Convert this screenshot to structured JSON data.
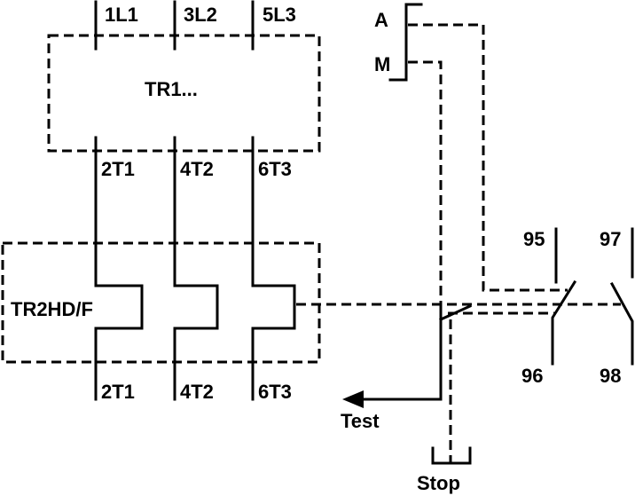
{
  "terminals": {
    "line_top": [
      "1L1",
      "3L2",
      "5L3"
    ],
    "contactor_out": [
      "2T1",
      "4T2",
      "6T3"
    ],
    "relay_out": [
      "2T1",
      "4T2",
      "6T3"
    ]
  },
  "contactor": {
    "label": "TR1..."
  },
  "relay": {
    "label": "TR2HD/F"
  },
  "selector": {
    "auto": "A",
    "manual": "M"
  },
  "contacts": {
    "nc_top": "95",
    "nc_bottom": "96",
    "no_top": "97",
    "no_bottom": "98"
  },
  "controls": {
    "test": "Test",
    "stop": "Stop"
  }
}
